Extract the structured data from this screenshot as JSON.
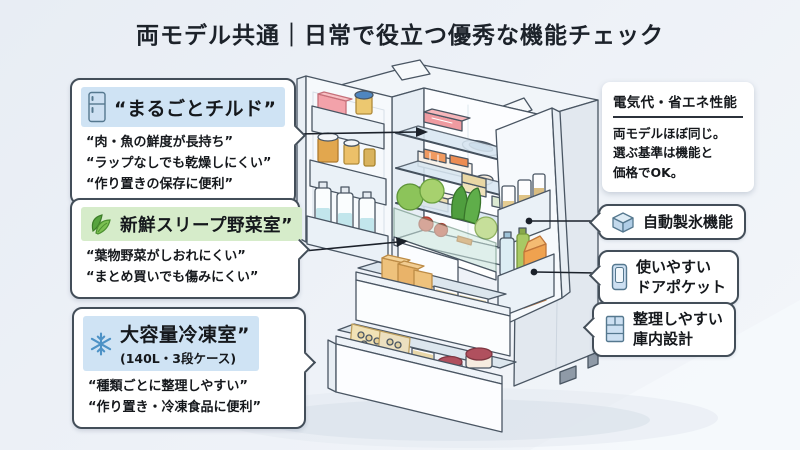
{
  "title": {
    "text": "両モデル共通｜日常で役立つ優秀な機能チェック"
  },
  "feature_boxes": [
    {
      "id": "whole-chilled",
      "icon": "fridge-icon",
      "heading": "“まるごとチルド”",
      "highlight_color": "#cfe3f4",
      "bullets": [
        "“肉・魚の鮮度が長持ち”",
        "“ラップなしでも乾燥しにくい”",
        "“作り置きの保存に便利”"
      ]
    },
    {
      "id": "fresh-sleep-vegetable",
      "icon": "leaf-icon",
      "heading": "新鮮スリープ野菜室”",
      "highlight_color": "#d6ecca",
      "bullets": [
        "“葉物野菜がしおれにくい”",
        "“まとめ買いでも傷みにくい”"
      ]
    },
    {
      "id": "large-freezer",
      "icon": "snowflake-icon",
      "heading": "大容量冷凍室”",
      "subheading": "(140L・3段ケース)",
      "highlight_color": "#cfe3f4",
      "bullets": [
        "“種類ごとに整理しやすい”",
        "“作り置き・冷凍食品に便利”"
      ]
    }
  ],
  "info_card": {
    "title": "電気代・省エネ性能",
    "lines": [
      "両モデルほぼ同じ。",
      "選ぶ基準は機能と",
      "価格でOK。"
    ]
  },
  "callouts": [
    {
      "icon": "ice-cube-icon",
      "lines": [
        "自動製氷機能"
      ]
    },
    {
      "icon": "door-pocket-icon",
      "lines": [
        "使いやすい",
        "ドアポケット"
      ]
    },
    {
      "icon": "shelf-icon",
      "lines": [
        "整理しやすい",
        "庫内設計"
      ]
    }
  ],
  "colors": {
    "highlight_blue": "#cfe3f4",
    "highlight_green": "#d6ecca",
    "box_outline": "#434e59",
    "text": "#15181c",
    "icon_blue": "#cde0f2",
    "icon_stroke": "#55788f",
    "connector": "#1b212a",
    "background": "#edf1f7"
  }
}
